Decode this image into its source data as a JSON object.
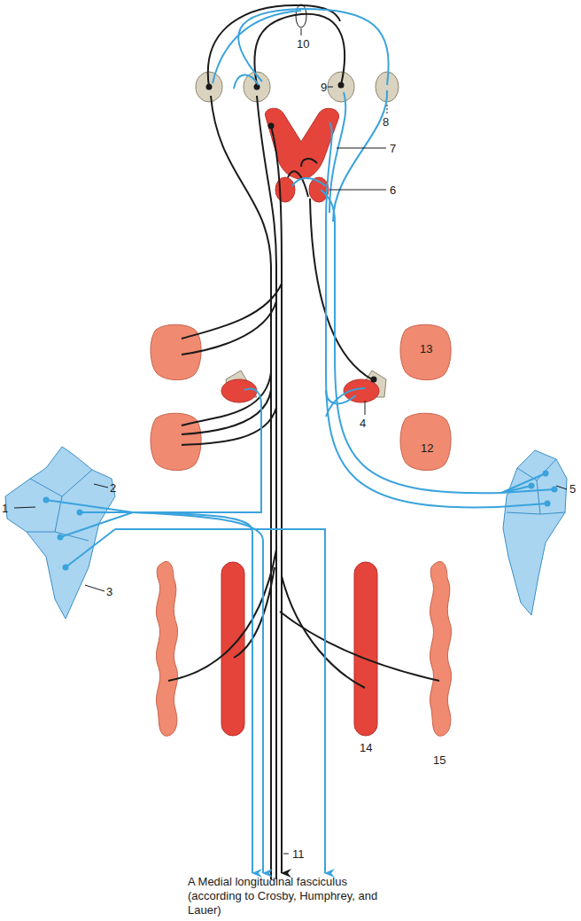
{
  "diagram": {
    "caption": "A Medial longitudinal fasciculus (according to Crosby, Humphrey, and Lauer)",
    "labels": [
      "1",
      "2",
      "3",
      "4",
      "5",
      "6",
      "7",
      "8",
      "9",
      "10",
      "11",
      "12",
      "13",
      "14",
      "15"
    ]
  }
}
